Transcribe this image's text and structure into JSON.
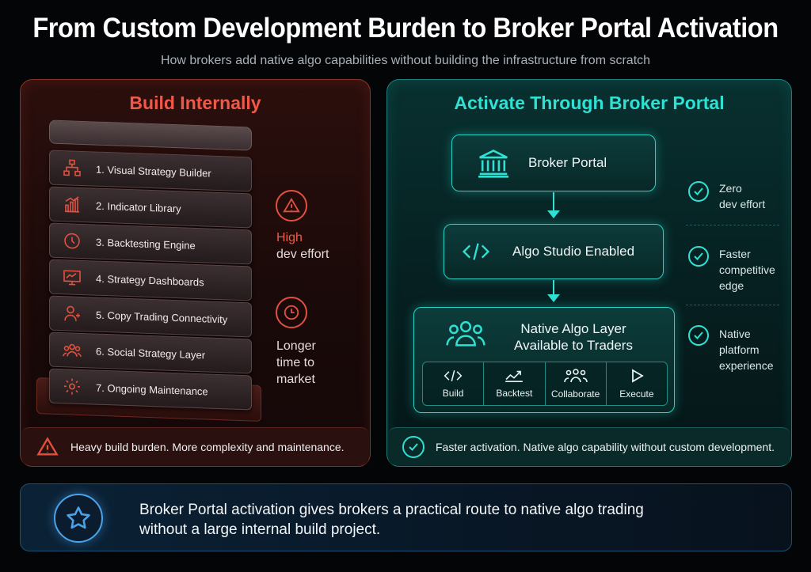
{
  "title": "From Custom Development Burden to Broker Portal Activation",
  "subtitle": "How brokers add native algo capabilities without building the infrastructure from scratch",
  "left": {
    "title": "Build Internally",
    "layers": [
      {
        "label": "1.  Visual Strategy Builder",
        "icon": "flowchart-icon"
      },
      {
        "label": "2.  Indicator Library",
        "icon": "bar-chart-icon"
      },
      {
        "label": "3.  Backtesting Engine",
        "icon": "clock-icon"
      },
      {
        "label": "4.  Strategy Dashboards",
        "icon": "monitor-icon"
      },
      {
        "label": "5.  Copy Trading Connectivity",
        "icon": "user-share-icon"
      },
      {
        "label": "6.  Social Strategy Layer",
        "icon": "group-icon"
      },
      {
        "label": "7.  Ongoing Maintenance",
        "icon": "gear-icon"
      }
    ],
    "effort_high": "High",
    "effort_rest": "dev effort",
    "time_lines": [
      "Longer",
      "time to",
      "market"
    ],
    "banner": "Heavy build burden. More complexity and maintenance."
  },
  "right": {
    "title": "Activate Through Broker Portal",
    "portal": "Broker Portal",
    "studio": "Algo Studio Enabled",
    "layer_line1": "Native Algo Layer",
    "layer_line2": "Available to Traders",
    "capabilities": [
      "Build",
      "Backtest",
      "Collaborate",
      "Execute"
    ],
    "benefits": [
      [
        "Zero",
        "dev effort"
      ],
      [
        "Faster",
        "competitive",
        "edge"
      ],
      [
        "Native",
        "platform",
        "experience"
      ]
    ],
    "banner": "Faster activation. Native algo capability without custom development."
  },
  "bottom": {
    "line1": "Broker Portal activation gives brokers a practical route to native algo trading",
    "line2": "without a large internal build project."
  },
  "colors": {
    "red_accent": "#f0594a",
    "teal_accent": "#2fe0d3",
    "blue_accent": "#4aa3e8",
    "background": "#030507"
  }
}
